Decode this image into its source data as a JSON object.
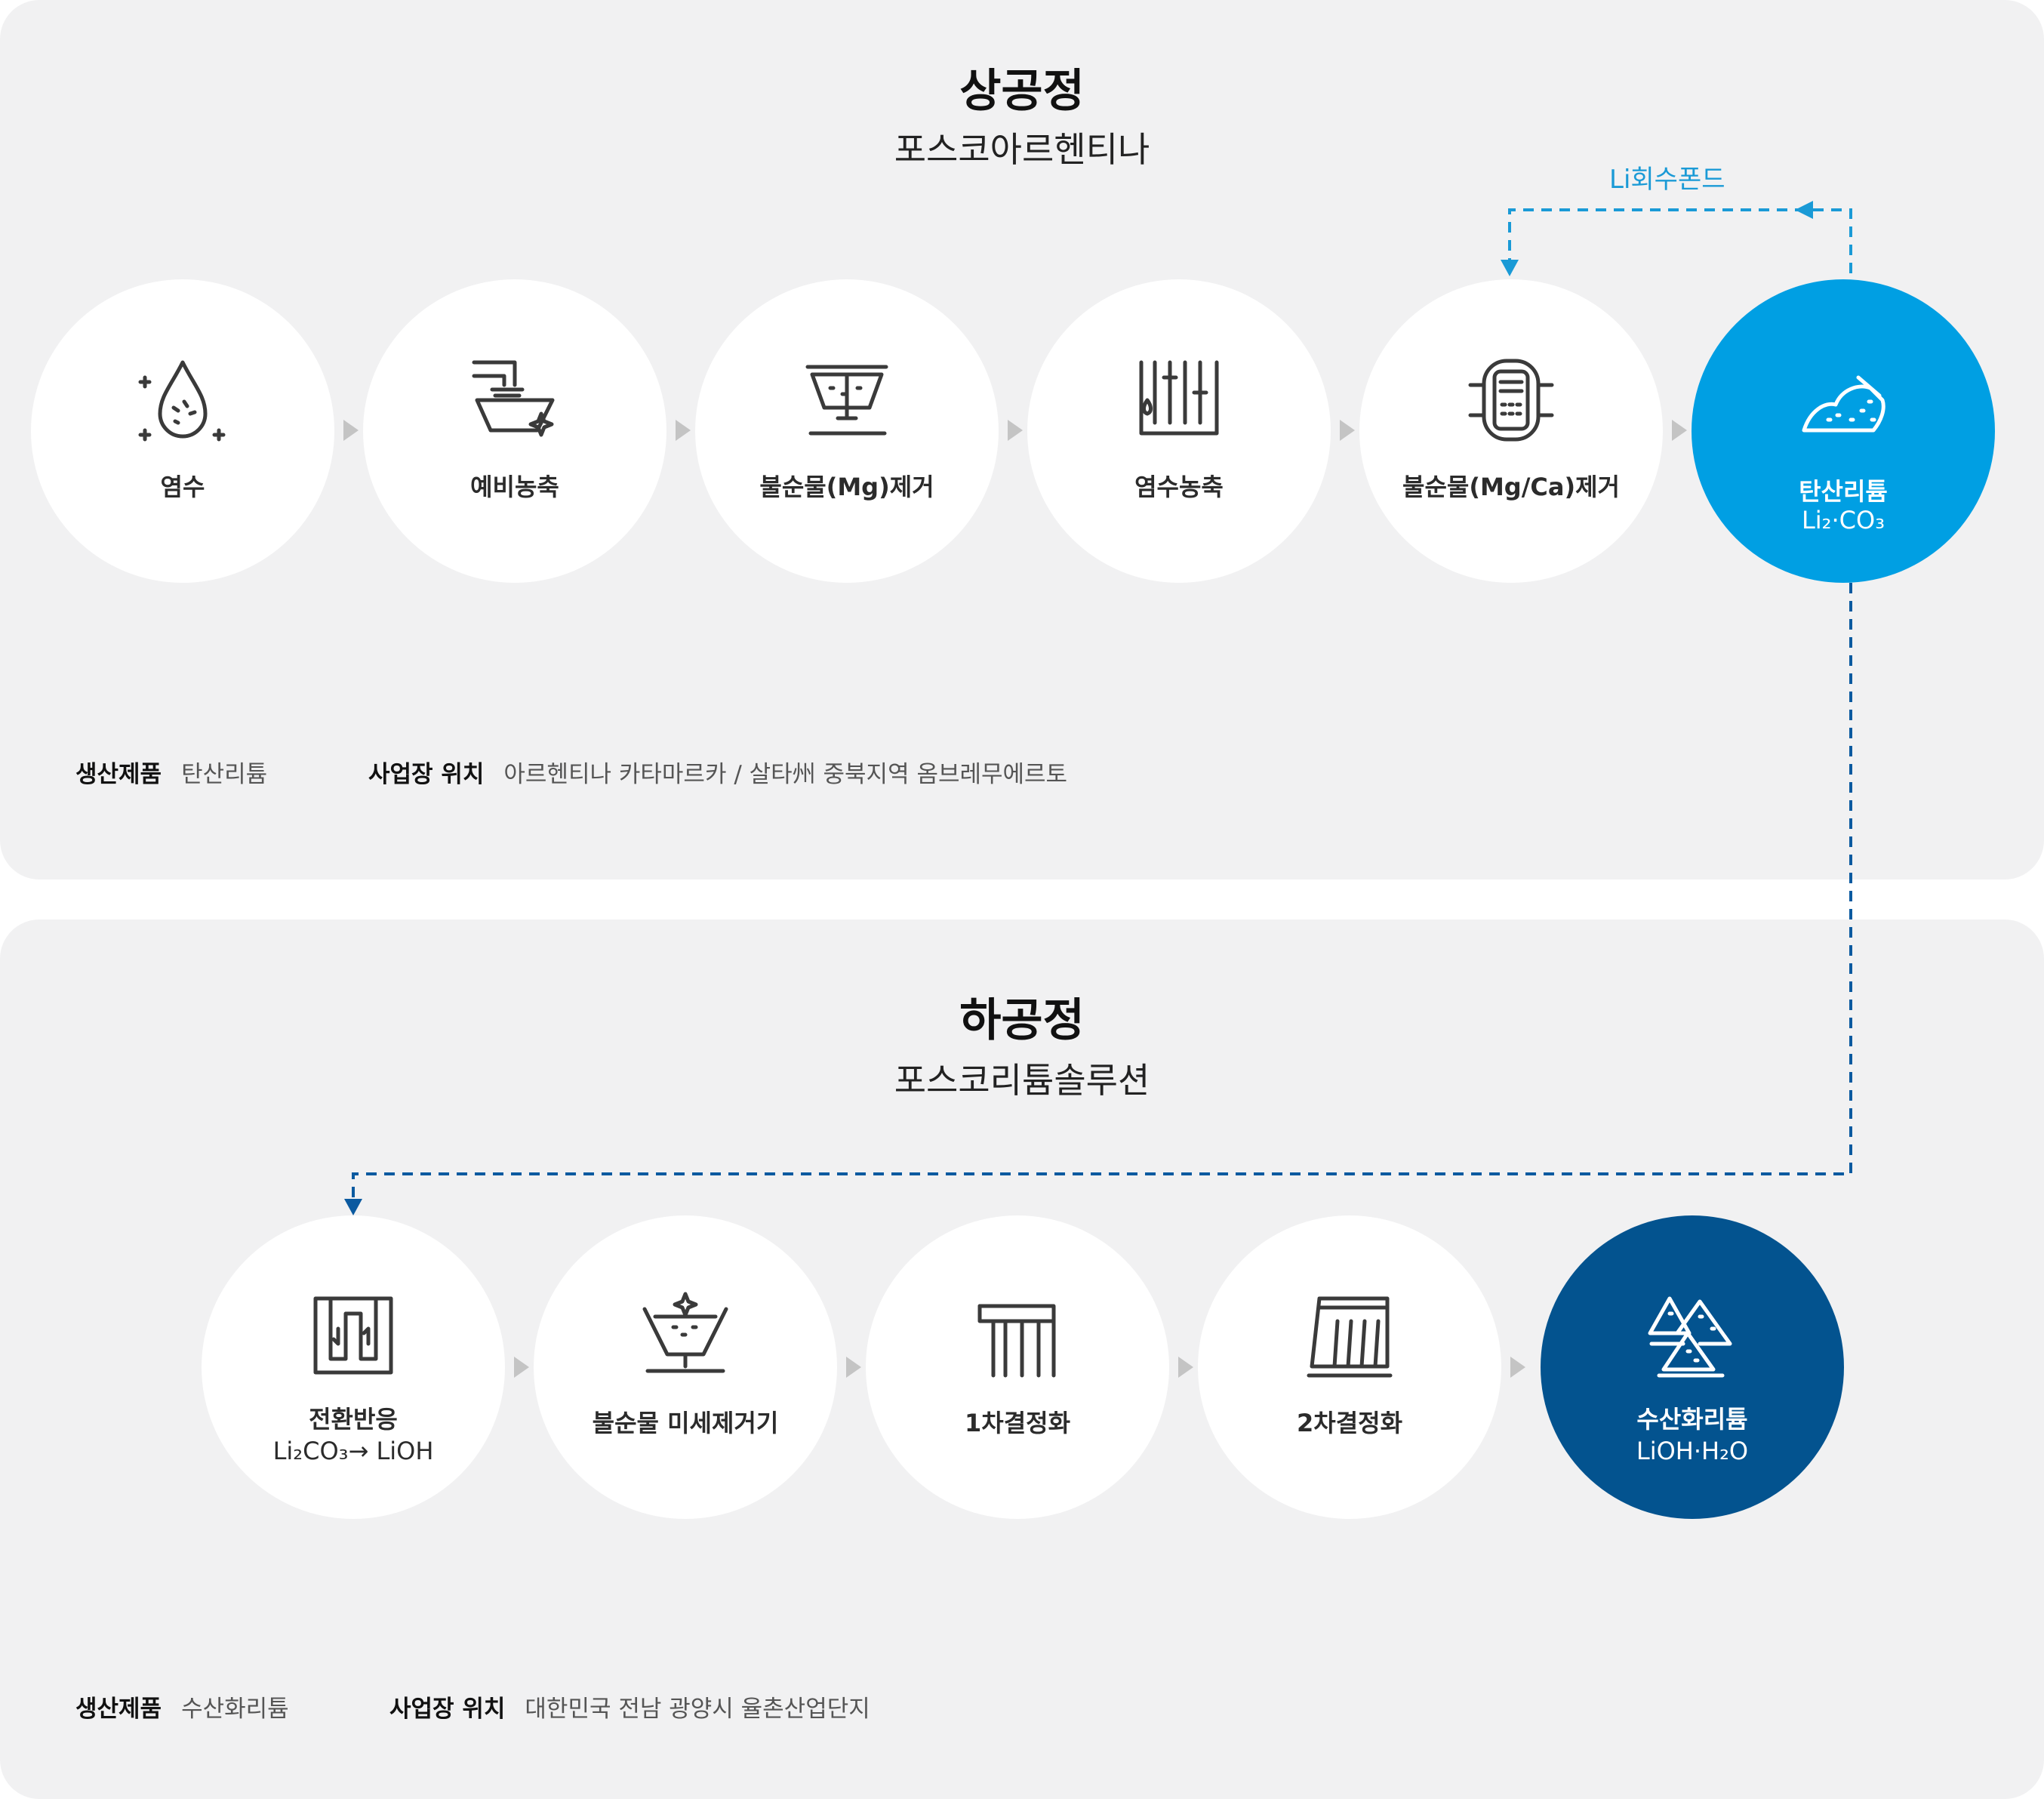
{
  "upper": {
    "title": "상공정",
    "company": "포스코아르헨티나",
    "recycle_label": "Li회수폰드",
    "steps": [
      {
        "label": "염수",
        "icon": "brine-drop-icon"
      },
      {
        "label": "예비농축",
        "icon": "pre-concentration-icon"
      },
      {
        "label": "불순물(Mg)제거",
        "icon": "impurity-removal-mg-icon"
      },
      {
        "label": "염수농축",
        "icon": "brine-concentration-icon"
      },
      {
        "label": "불순물(Mg/Ca)제거",
        "icon": "impurity-removal-mg-ca-icon"
      },
      {
        "label": "탄산리튬",
        "formula": "Li₂·CO₃",
        "icon": "lithium-carbonate-icon"
      }
    ],
    "info": {
      "product_key": "생산제품",
      "product_value": "탄산리튬",
      "location_key": "사업장 위치",
      "location_value": "아르헨티나 카타마르카 / 살타州 중북지역 옴브레무에르토"
    }
  },
  "lower": {
    "title": "하공정",
    "company": "포스코리튬솔루션",
    "steps": [
      {
        "label": "전환반응",
        "formula": "Li₂CO₃→ LiOH",
        "icon": "conversion-reaction-icon"
      },
      {
        "label": "불순물 미세제거기",
        "icon": "fine-impurity-removal-icon"
      },
      {
        "label": "1차결정화",
        "icon": "first-crystallization-icon"
      },
      {
        "label": "2차결정화",
        "icon": "second-crystallization-icon"
      },
      {
        "label": "수산화리튬",
        "formula": "LiOH·H₂O",
        "icon": "lithium-hydroxide-icon"
      }
    ],
    "info": {
      "product_key": "생산제품",
      "product_value": "수산화리튬",
      "location_key": "사업장 위치",
      "location_value": "대한민국 전남 광양시 율촌산업단지"
    }
  },
  "colors": {
    "panel": "#f1f1f2",
    "accent_light": "#009fe3",
    "accent_dark": "#03538f",
    "connector_light": "#1a9ad6",
    "connector_dark": "#0b5aa0",
    "arrow": "#c4c4c4",
    "icon_stroke": "#3a3a3a"
  }
}
